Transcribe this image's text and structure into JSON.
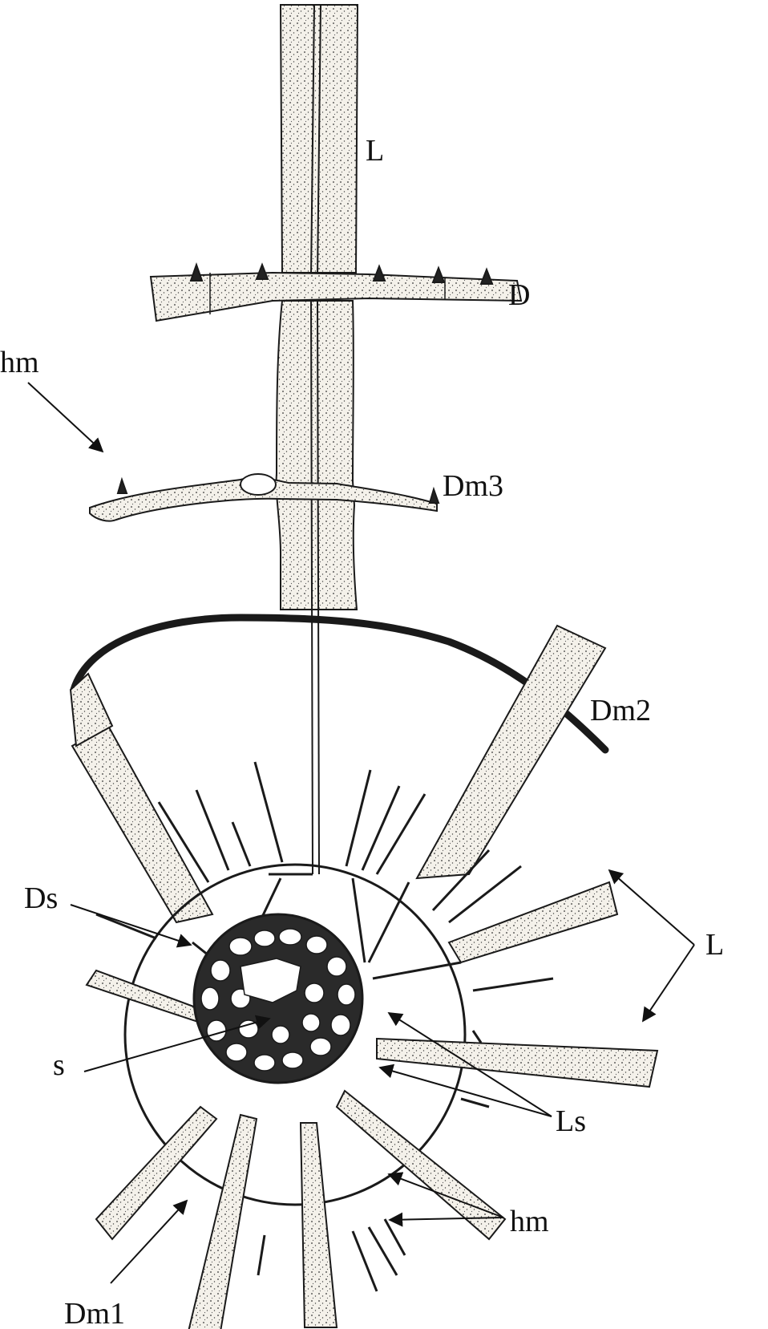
{
  "labels": {
    "L_top": "L",
    "D": "D",
    "hm_top": "hm",
    "Dm3": "Dm3",
    "Dm2": "Dm2",
    "Ds": "Ds",
    "L_right": "L",
    "s": "s",
    "Ls": "Ls",
    "hm_bottom": "hm",
    "Dm1": "Dm1"
  },
  "colors": {
    "ink": "#1a1a1a",
    "stipple_fill": "#ebe7df",
    "background": "#ffffff"
  }
}
